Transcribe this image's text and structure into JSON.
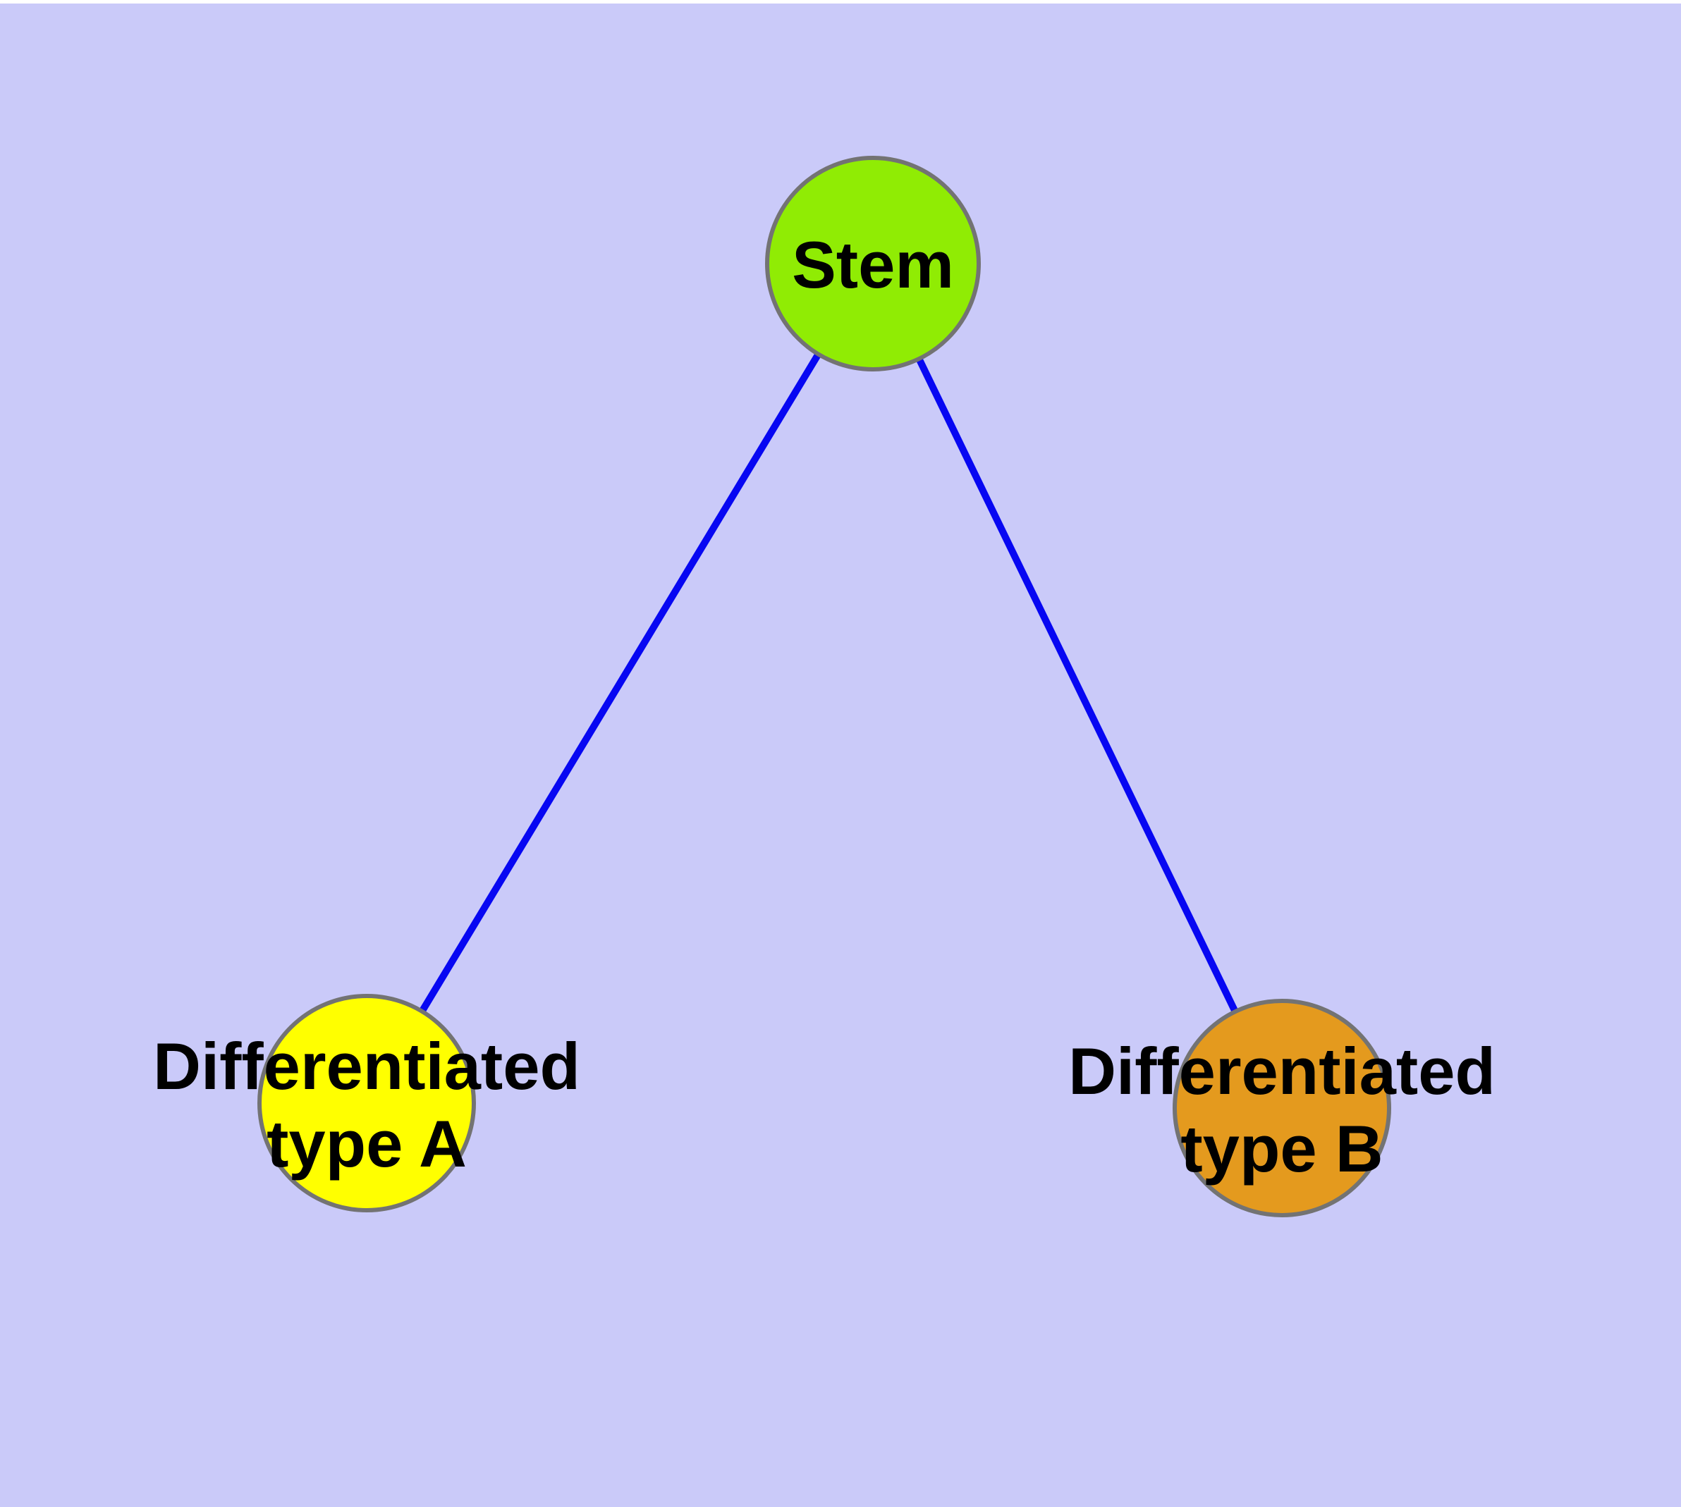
{
  "figure": {
    "type": "node-link-diagram",
    "background_color": "#CACAF9",
    "top_margin_color": "#FFFFFF"
  },
  "style": {
    "edge_color": "#0707F2",
    "node_border_color": "#737373",
    "label_color": "#000000"
  },
  "nodes": {
    "stem": {
      "label": "Stem",
      "fill": "#90EC04"
    },
    "type_a": {
      "label_line1": "Differentiated",
      "label_line2": "type A",
      "fill": "#FFFF00"
    },
    "type_b": {
      "label_line1": "Differentiated",
      "label_line2": "type B",
      "fill": "#E49A1E"
    }
  },
  "edges": [
    {
      "from": "Stem",
      "to": "Differentiated type A"
    },
    {
      "from": "Stem",
      "to": "Differentiated type B"
    }
  ]
}
